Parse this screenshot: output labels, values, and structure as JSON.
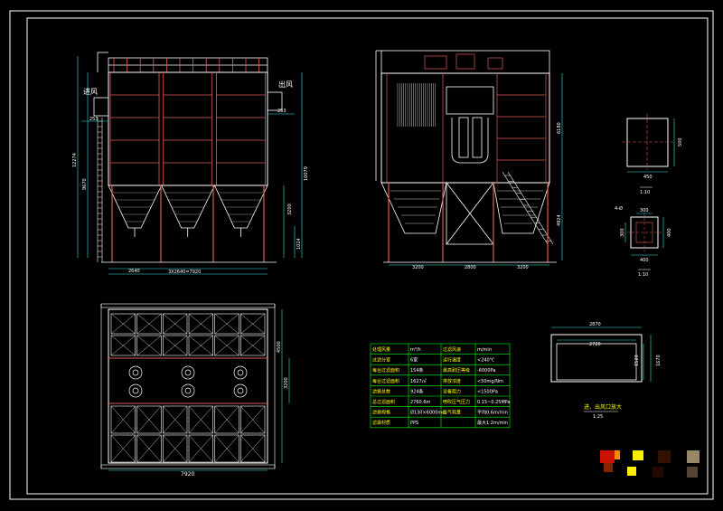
{
  "drawing": {
    "colors": {
      "background": "#000000",
      "frame": "#ffffff",
      "outline": "#ffffff",
      "structure": "#e05a5a",
      "dimension": "#3de0e0",
      "text": "#ffffff",
      "label": "#ffff00",
      "table_line": "#00ff00",
      "thumb_red": "#cc1100",
      "thumb_yellow": "#ffee00",
      "thumb_orange": "#ff8800"
    },
    "front_view": {
      "inlet_label": "进风",
      "outlet_label": "出风",
      "dim_253_left": "253",
      "dim_253_right": "253",
      "dim_total_height": "12274",
      "dim_middle_height": "9670",
      "dim_right_height": "10079",
      "dim_3200": "3200",
      "dim_1024": "1024",
      "dim_bay": "2640",
      "dim_total_width": "3X2640=7920"
    },
    "side_view": {
      "dim_6180": "6180",
      "dim_4924": "4924",
      "dim_left": "3200",
      "dim_mid": "2800",
      "dim_right": "3200"
    },
    "detail_top": {
      "dim_side": "500",
      "dim_bottom": "450",
      "scale": "1:10"
    },
    "detail_flange": {
      "prefix": "4-Ø",
      "dim_top": "300",
      "dim_left": "300",
      "dim_right": "400",
      "dim_bottom": "400",
      "scale": "1:10"
    },
    "plan_view": {
      "dim_width": "7920",
      "dim_4500": "4500",
      "dim_3200": "3200"
    },
    "outlet_detail": {
      "dim_outer": "2870",
      "dim_inner": "2720",
      "dim_height_inner": "1520",
      "dim_height_outer": "1670",
      "title": "进、出风口放大",
      "scale": "1:25"
    },
    "spec_table": {
      "rows": [
        [
          "处理风量",
          "m³/h",
          "过滤风速",
          "m/min"
        ],
        [
          "过滤分室",
          "6室",
          "运行温度",
          "<240℃"
        ],
        [
          "每台过滤面积",
          "154条",
          "最高耐压等级",
          "-6000Pa"
        ],
        [
          "每台过滤面积",
          "1627㎡",
          "排放浓度",
          "<50mg/Nm"
        ],
        [
          "滤袋总数",
          "924条",
          "设备阻力",
          "<1500Pa"
        ],
        [
          "总过滤面积",
          "2760.6m",
          "喷吹压气压力",
          "0.15~0.25MPa"
        ],
        [
          "滤袋规格",
          "Ø130×6000mm",
          "压气耗量",
          "平均0.6m/min"
        ],
        [
          "滤袋材质",
          "PPS",
          "",
          "最大1.2m/min"
        ]
      ]
    }
  }
}
